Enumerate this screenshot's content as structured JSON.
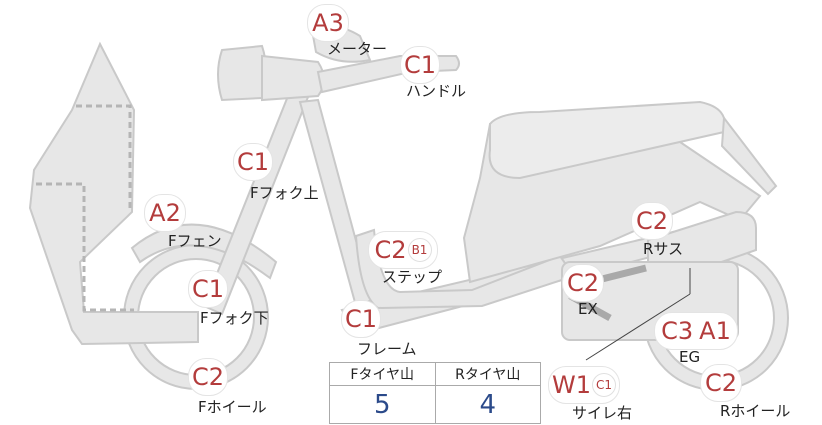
{
  "colors": {
    "marker_text": "#b33c3c",
    "tire_value": "#2b4a8a",
    "part_fill": "#e7e7e7",
    "part_stroke": "#c9c9c9"
  },
  "markers": {
    "meter": {
      "code": "A3",
      "label": "メーター"
    },
    "handle": {
      "code": "C1",
      "label": "ハンドル"
    },
    "fork_upper": {
      "code": "C1",
      "label": "Fフォク上"
    },
    "fender": {
      "code": "A2",
      "label": "Fフェン"
    },
    "fork_lower": {
      "code": "C1",
      "label": "Fフォク下"
    },
    "front_wheel": {
      "code": "C2",
      "label": "Fホイール"
    },
    "step": {
      "code": "C2",
      "sub": "B1",
      "label": "ステップ"
    },
    "frame": {
      "code": "C1",
      "label": "フレーム"
    },
    "rear_suspension": {
      "code": "C2",
      "label": "Rサス"
    },
    "exhaust": {
      "code": "C2",
      "label": "EX"
    },
    "engine": {
      "code_a": "C3",
      "code_b": "A1",
      "label": "EG"
    },
    "rear_wheel": {
      "code": "C2",
      "label": "Rホイール"
    },
    "muffler_right": {
      "code": "W1",
      "sub": "C1",
      "label": "サイレ右"
    }
  },
  "tire_table": {
    "headers": [
      "Fタイヤ山",
      "Rタイヤ山"
    ],
    "values": [
      "5",
      "4"
    ]
  }
}
